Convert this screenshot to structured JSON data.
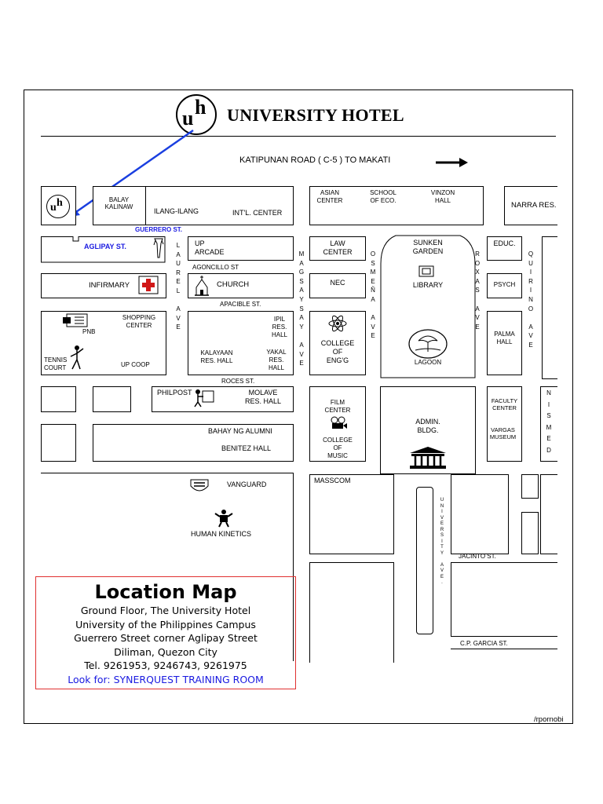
{
  "header": {
    "hotel_name": "UNIVERSITY HOTEL",
    "logo_text": "uh",
    "road_label": "KATIPUNAN ROAD   ( C-5 )  TO MAKATI",
    "arrow_icon": "right-arrow-icon"
  },
  "streets": {
    "guerrero": "GUERRERO ST.",
    "aglipay": "AGLIPAY ST.",
    "agoncillo": "AGONCILLO ST",
    "apacible": "APACIBLE ST.",
    "roces": "ROCES ST.",
    "jacinto": "JACINTO ST.",
    "cp_garcia": "C.P. GARCIA ST.",
    "laurel_ave": [
      "L",
      "A",
      "U",
      "R",
      "E",
      "L",
      "",
      "A",
      "V",
      "E"
    ],
    "magsaysay_ave": [
      "M",
      "A",
      "G",
      "S",
      "A",
      "Y",
      "S",
      "A",
      "Y",
      "",
      "A",
      "V",
      "E"
    ],
    "osmena_ave": [
      "O",
      "S",
      "M",
      "E",
      "Ñ",
      "A",
      "",
      "A",
      "V",
      "E"
    ],
    "roxas_ave": [
      "R",
      "O",
      "X",
      "A",
      "S",
      "",
      "A",
      "V",
      "E"
    ],
    "quirino_ave": [
      "Q",
      "U",
      "I",
      "R",
      "I",
      "N",
      "O",
      "",
      "A",
      "V",
      "E"
    ],
    "nismed": [
      "N",
      "I",
      "S",
      "M",
      "E",
      "D"
    ],
    "university_ave": [
      "U",
      "N",
      "I",
      "V",
      "E",
      "R",
      "S",
      "I",
      "T",
      "Y",
      "",
      "A",
      "V",
      "E",
      "."
    ]
  },
  "places": {
    "balay_kalinaw": "BALAY\nKALINAW",
    "ilang_ilang": "ILANG-ILANG",
    "intl_center": "INT'L. CENTER",
    "asian_center": "ASIAN\nCENTER",
    "school_eco": "SCHOOL\nOF ECO.",
    "vinzon_hall": "VINZON\nHALL",
    "narra_res": "NARRA RES.",
    "up_arcade": "UP\nARCADE",
    "law_center": "LAW\nCENTER",
    "sunken_garden": "SUNKEN\nGARDEN",
    "educ": "EDUC.",
    "infirmary": "INFIRMARY",
    "church": "CHURCH",
    "nec": "NEC",
    "library": "LIBRARY",
    "psych": "PSYCH",
    "pnb": "PNB",
    "shopping_center": "SHOPPING\nCENTER",
    "tennis_court": "TENNIS\nCOURT",
    "up_coop": "UP COOP",
    "ipil_res_hall": "IPIL\nRES.\nHALL",
    "kalayaan_res_hall": "KALAYAAN\nRES. HALL",
    "yakal_res_hall": "YAKAL\nRES.\nHALL",
    "college_engg": "COLLEGE\nOF\nENG'G",
    "lagoon": "LAGOON",
    "palma_hall": "PALMA\nHALL",
    "philpost": "PHILPOST",
    "molave_res_hall": "MOLAVE\nRES. HALL",
    "film_center": "FILM\nCENTER",
    "admin_bldg": "ADMIN.\nBLDG.",
    "faculty_center": "FACULTY\nCENTER",
    "bahay_alumni": "BAHAY NG ALUMNI",
    "benitez_hall": "BENITEZ HALL",
    "college_music": "COLLEGE\nOF\nMUSIC",
    "vargas_museum": "VARGAS\nMUSEUM",
    "vanguard": "VANGUARD",
    "masscom": "MASSCOM",
    "human_kinetics": "HUMAN KINETICS"
  },
  "location_box": {
    "title": "Location Map",
    "line1": "Ground Floor, The University Hotel",
    "line2": "University of the Philippines Campus",
    "line3": "Guerrero Street corner Aglipay Street",
    "line4": "Diliman, Quezon City",
    "line5": "Tel. 9261953, 9246743, 9261975",
    "line6": "Look for: SYNERQUEST TRAINING ROOM",
    "highlight_color": "#1a1ae0",
    "border_color": "#e03030"
  },
  "credit": "/rpornobi",
  "colors": {
    "pointer_arrow": "#1a3fe0",
    "street_label_blue": "#1a1ae0",
    "infirmary_cross": "#d01818"
  }
}
